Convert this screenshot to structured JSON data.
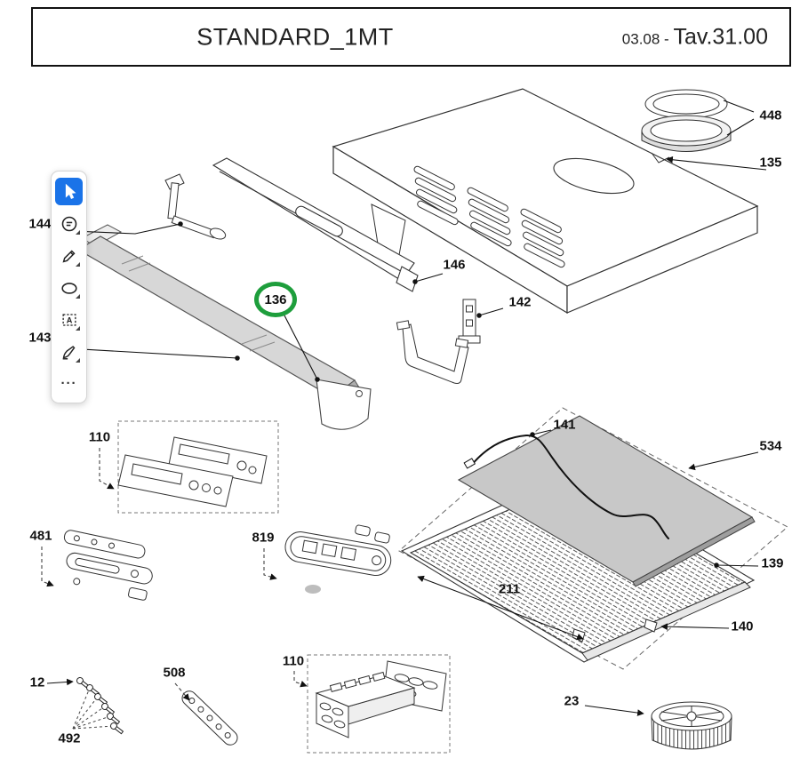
{
  "header": {
    "title": "STANDARD_1MT",
    "date": "03.08 - ",
    "table_ref": "Tav.31.00"
  },
  "toolbar": {
    "tools": [
      {
        "name": "select",
        "icon": "cursor-icon",
        "selected": true
      },
      {
        "name": "comment",
        "icon": "comment-icon"
      },
      {
        "name": "draw",
        "icon": "pencil-icon"
      },
      {
        "name": "shapes",
        "icon": "ellipse-icon"
      },
      {
        "name": "text-box",
        "icon": "text-annotation-icon",
        "badge": "A"
      },
      {
        "name": "signature",
        "icon": "signature-icon"
      },
      {
        "name": "more",
        "icon": "ellipsis-icon",
        "glyph": "···"
      }
    ]
  },
  "annotation": {
    "highlighted_part": "136",
    "highlight_color": "#1e9e3c"
  },
  "part_labels": [
    {
      "text": "448"
    },
    {
      "text": "135"
    },
    {
      "text": "144"
    },
    {
      "text": "146"
    },
    {
      "text": "136"
    },
    {
      "text": "142"
    },
    {
      "text": "143"
    },
    {
      "text": "110"
    },
    {
      "text": "141"
    },
    {
      "text": "534"
    },
    {
      "text": "481"
    },
    {
      "text": "819"
    },
    {
      "text": "139"
    },
    {
      "text": "211"
    },
    {
      "text": "140"
    },
    {
      "text": "12"
    },
    {
      "text": "508"
    },
    {
      "text": "110"
    },
    {
      "text": "23"
    },
    {
      "text": "492"
    }
  ],
  "colors": {
    "selected_tool_bg": "#1a73e8",
    "glass_panel": "#d7d7d7",
    "metal_panel": "#c8c8c8"
  }
}
